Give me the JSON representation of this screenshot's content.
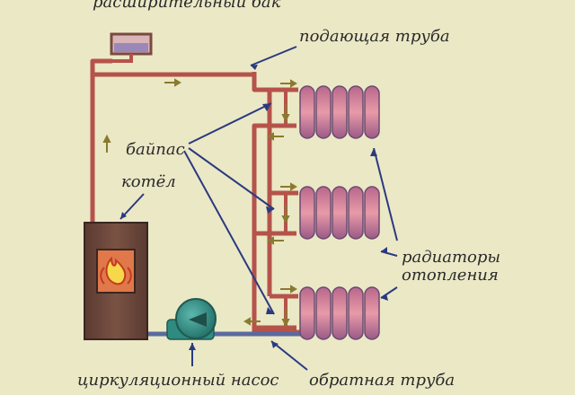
{
  "labels": {
    "expansion_tank": "расширительный бак",
    "supply_pipe": "подающая труба",
    "bypass": "байпас",
    "boiler": "котёл",
    "radiators_line1": "радиаторы",
    "radiators_line2": "отопления",
    "pump": "циркуляционный насос",
    "return_pipe": "обратная труба"
  },
  "colors": {
    "background": "#ebe8c6",
    "supply_pipe": "#b5534a",
    "return_pipe": "#5a6aa0",
    "radiator": "#d27890",
    "boiler_body": "#6e4a3e",
    "pump": "#2f8a80",
    "arrow": "#8a7a30",
    "pointer": "#2a3a80"
  }
}
